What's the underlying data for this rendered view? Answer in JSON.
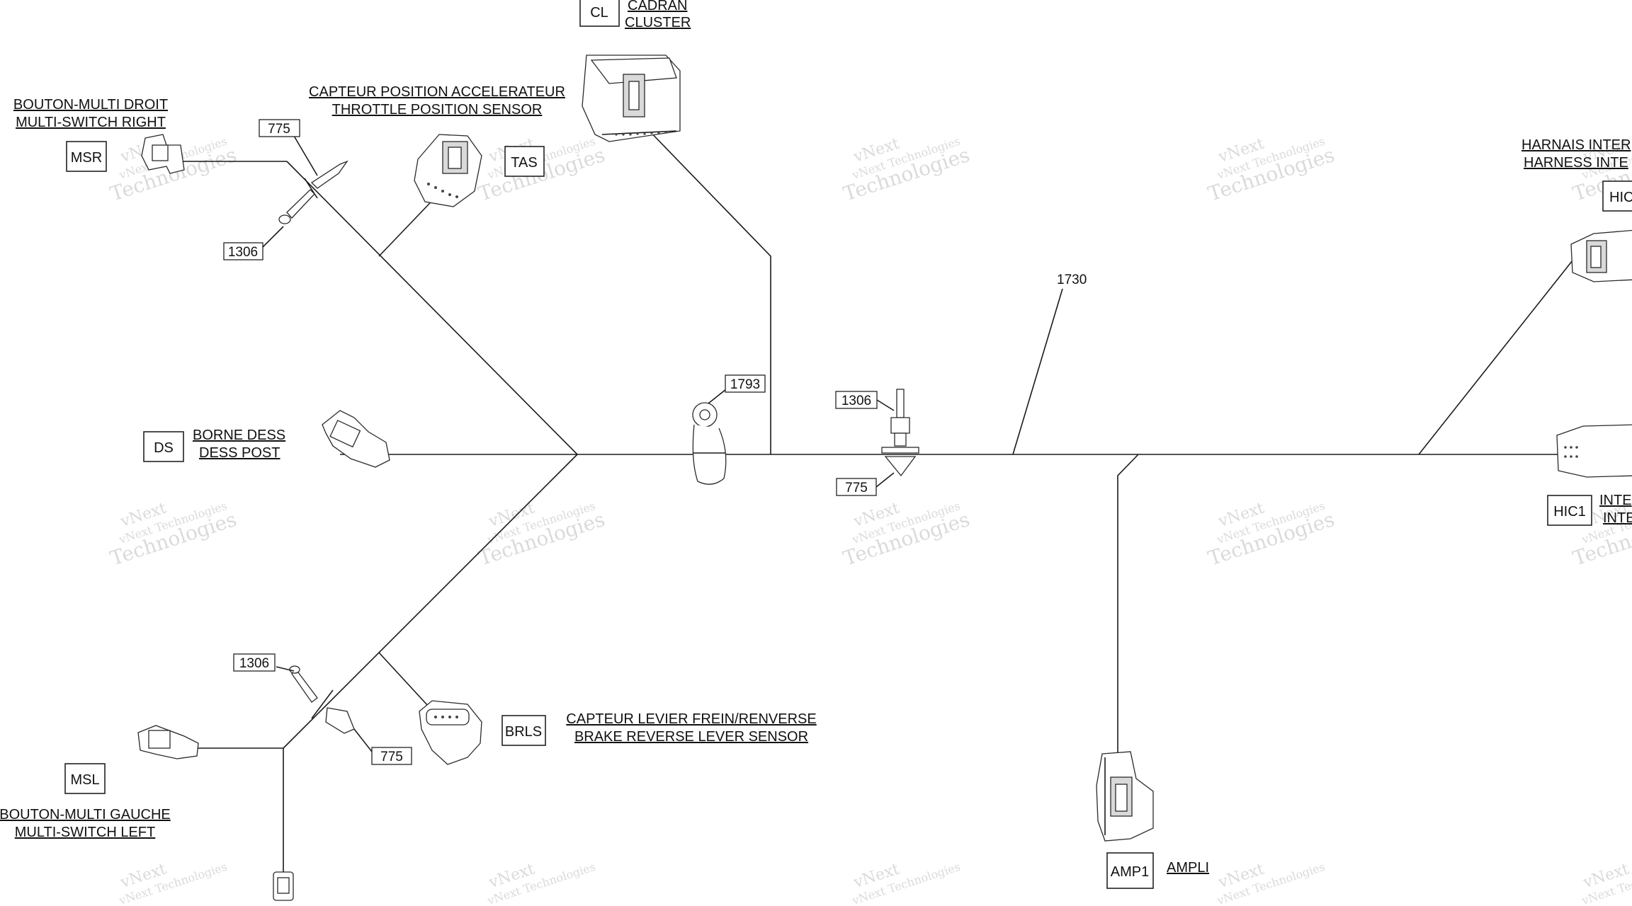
{
  "connectors": {
    "CL": {
      "code": "CL",
      "fr": "CADRAN",
      "en": "CLUSTER"
    },
    "MSR": {
      "code": "MSR",
      "fr": "BOUTON-MULTI DROIT",
      "en": "MULTI-SWITCH RIGHT"
    },
    "TAS": {
      "code": "TAS",
      "fr": "CAPTEUR POSITION ACCELERATEUR",
      "en": "THROTTLE POSITION SENSOR"
    },
    "DS": {
      "code": "DS",
      "fr": "BORNE DESS",
      "en": "DESS POST"
    },
    "BRLS": {
      "code": "BRLS",
      "fr": "CAPTEUR LEVIER FREIN/RENVERSE",
      "en": "BRAKE REVERSE LEVER SENSOR"
    },
    "MSL": {
      "code": "MSL",
      "fr": "BOUTON-MULTI GAUCHE",
      "en": "MULTI-SWITCH LEFT"
    },
    "AMP1": {
      "code": "AMP1",
      "fr": "AMPLI"
    },
    "HIC": {
      "code": "HIC",
      "fr": "HARNAIS INTER",
      "en": "HARNESS INTE"
    },
    "HIC1": {
      "code": "HIC1",
      "fr": "INTE",
      "en": "INTE"
    }
  },
  "part_numbers": {
    "p775_msr": "775",
    "p1306_msr": "1306",
    "p1793": "1793",
    "p1306_main": "1306",
    "p775_main": "775",
    "p1730": "1730",
    "p1306_msl": "1306",
    "p775_msl": "775"
  },
  "watermark": {
    "line1": "vNext Technologies",
    "line2": "vNext",
    "line3": "Technologies"
  }
}
